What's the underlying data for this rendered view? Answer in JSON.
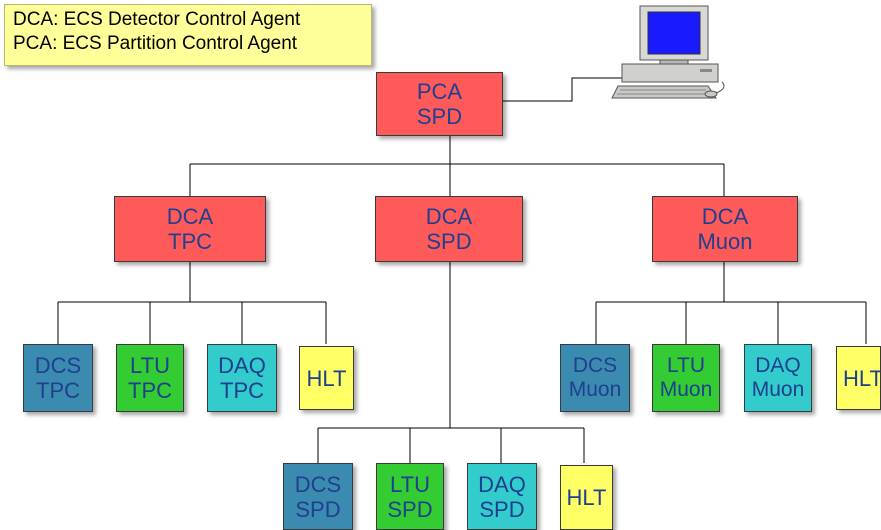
{
  "legend": {
    "line1": "DCA: ECS Detector Control Agent",
    "line2": "PCA: ECS Partition Control Agent"
  },
  "nodes": {
    "pca_spd": [
      "PCA",
      "SPD"
    ],
    "dca_tpc": [
      "DCA",
      "TPC"
    ],
    "dca_spd": [
      "DCA",
      "SPD"
    ],
    "dca_muon": [
      "DCA",
      "Muon"
    ],
    "dcs_tpc": [
      "DCS",
      "TPC"
    ],
    "ltu_tpc": [
      "LTU",
      "TPC"
    ],
    "daq_tpc": [
      "DAQ",
      "TPC"
    ],
    "hlt_tpc": [
      "HLT"
    ],
    "dcs_muon": [
      "DCS",
      "Muon"
    ],
    "ltu_muon": [
      "LTU",
      "Muon"
    ],
    "daq_muon": [
      "DAQ",
      "Muon"
    ],
    "hlt_muon": [
      "HLT"
    ],
    "dcs_spd": [
      "DCS",
      "SPD"
    ],
    "ltu_spd": [
      "LTU",
      "SPD"
    ],
    "daq_spd": [
      "DAQ",
      "SPD"
    ],
    "hlt_spd": [
      "HLT"
    ]
  },
  "colors": {
    "pca_dca": "#ff5a5a",
    "dcs": "#3b8bb1",
    "ltu": "#33cc33",
    "daq": "#33cccc",
    "hlt": "#ffff66",
    "text": "#1f3f8f"
  },
  "icons": {
    "computer": "desktop-computer-icon"
  }
}
